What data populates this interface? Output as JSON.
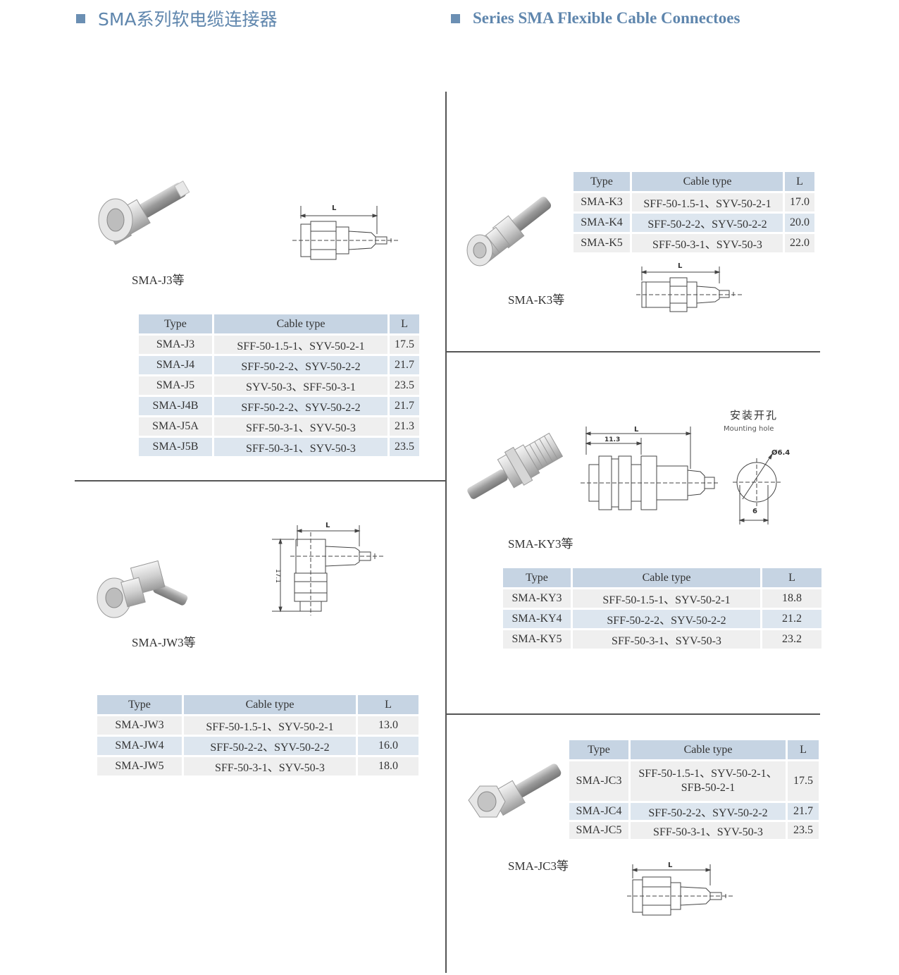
{
  "header": {
    "cn_title": "SMA系列软电缆连接器",
    "en_title": "Series SMA Flexible Cable  Connectoes"
  },
  "columns": {
    "type": "Type",
    "cable": "Cable type",
    "length": "L"
  },
  "drawing": {
    "dim_L": "L",
    "dim_17_1": "17.1",
    "dim_11_3": "11.3",
    "dim_phi": "Ø6.4",
    "dim_6": "6",
    "mount_cn": "安装开孔",
    "mount_en": "Mounting hole"
  },
  "sections": {
    "j3": {
      "label": "SMA-J3等",
      "rows": [
        {
          "type": "SMA-J3",
          "cable": "SFF-50-1.5-1、SYV-50-2-1",
          "L": "17.5"
        },
        {
          "type": "SMA-J4",
          "cable": "SFF-50-2-2、SYV-50-2-2",
          "L": "21.7"
        },
        {
          "type": "SMA-J5",
          "cable": "SYV-50-3、SFF-50-3-1",
          "L": "23.5"
        },
        {
          "type": "SMA-J4B",
          "cable": "SFF-50-2-2、SYV-50-2-2",
          "L": "21.7"
        },
        {
          "type": "SMA-J5A",
          "cable": "SFF-50-3-1、SYV-50-3",
          "L": "21.3"
        },
        {
          "type": "SMA-J5B",
          "cable": "SFF-50-3-1、SYV-50-3",
          "L": "23.5"
        }
      ]
    },
    "jw3": {
      "label": "SMA-JW3等",
      "rows": [
        {
          "type": "SMA-JW3",
          "cable": "SFF-50-1.5-1、SYV-50-2-1",
          "L": "13.0"
        },
        {
          "type": "SMA-JW4",
          "cable": "SFF-50-2-2、SYV-50-2-2",
          "L": "16.0"
        },
        {
          "type": "SMA-JW5",
          "cable": "SFF-50-3-1、SYV-50-3",
          "L": "18.0"
        }
      ]
    },
    "k3": {
      "label": "SMA-K3等",
      "rows": [
        {
          "type": "SMA-K3",
          "cable": "SFF-50-1.5-1、SYV-50-2-1",
          "L": "17.0"
        },
        {
          "type": "SMA-K4",
          "cable": "SFF-50-2-2、SYV-50-2-2",
          "L": "20.0"
        },
        {
          "type": "SMA-K5",
          "cable": "SFF-50-3-1、SYV-50-3",
          "L": "22.0"
        }
      ]
    },
    "ky3": {
      "label": "SMA-KY3等",
      "rows": [
        {
          "type": "SMA-KY3",
          "cable": "SFF-50-1.5-1、SYV-50-2-1",
          "L": "18.8"
        },
        {
          "type": "SMA-KY4",
          "cable": "SFF-50-2-2、SYV-50-2-2",
          "L": "21.2"
        },
        {
          "type": "SMA-KY5",
          "cable": "SFF-50-3-1、SYV-50-3",
          "L": "23.2"
        }
      ]
    },
    "jc3": {
      "label": "SMA-JC3等",
      "rows": [
        {
          "type": "SMA-JC3",
          "cable": "SFF-50-1.5-1、SYV-50-2-1、SFB-50-2-1",
          "L": "17.5"
        },
        {
          "type": "SMA-JC4",
          "cable": "SFF-50-2-2、SYV-50-2-2",
          "L": "21.7"
        },
        {
          "type": "SMA-JC5",
          "cable": "SFF-50-3-1、SYV-50-3",
          "L": "23.5"
        }
      ]
    }
  }
}
